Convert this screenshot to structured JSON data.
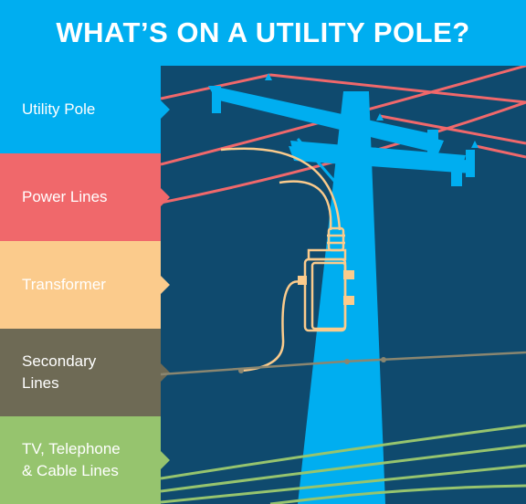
{
  "header": {
    "title": "WHAT’S ON A UTILITY POLE?"
  },
  "legend": [
    {
      "label": "Utility Pole",
      "color": "#00aef0",
      "text_color": "#ffffff"
    },
    {
      "label": "Power Lines",
      "color": "#f0686b",
      "text_color": "#ffffff"
    },
    {
      "label": "Transformer",
      "color": "#fbcb8c",
      "text_color": "#ffffff"
    },
    {
      "label": "Secondary\nLines",
      "color": "#6e6a55",
      "text_color": "#ffffff"
    },
    {
      "label": "TV, Telephone\n& Cable Lines",
      "color": "#96c46e",
      "text_color": "#ffffff"
    }
  ],
  "colors": {
    "background": "#0f4a6e",
    "pole": "#00aef0",
    "power_lines": "#f0686b",
    "transformer": "#fbcb8c",
    "secondary_lines": "#8a8670",
    "cable_lines": "#96c46e"
  }
}
